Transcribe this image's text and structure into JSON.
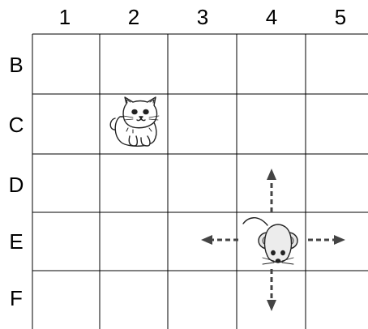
{
  "grid": {
    "columns": [
      "1",
      "2",
      "3",
      "4",
      "5"
    ],
    "rows": [
      "B",
      "C",
      "D",
      "E",
      "F"
    ]
  },
  "pieces": {
    "cat": {
      "icon": "cat-icon",
      "cell": "C2"
    },
    "mouse": {
      "icon": "mouse-icon",
      "cell": "E4"
    }
  },
  "moves": [
    {
      "direction": "up",
      "icon": "arrow-up-icon"
    },
    {
      "direction": "down",
      "icon": "arrow-down-icon"
    },
    {
      "direction": "left",
      "icon": "arrow-left-icon"
    },
    {
      "direction": "right",
      "icon": "arrow-right-icon"
    }
  ],
  "colors": {
    "grid_line": "#000000",
    "arrow": "#444444"
  }
}
